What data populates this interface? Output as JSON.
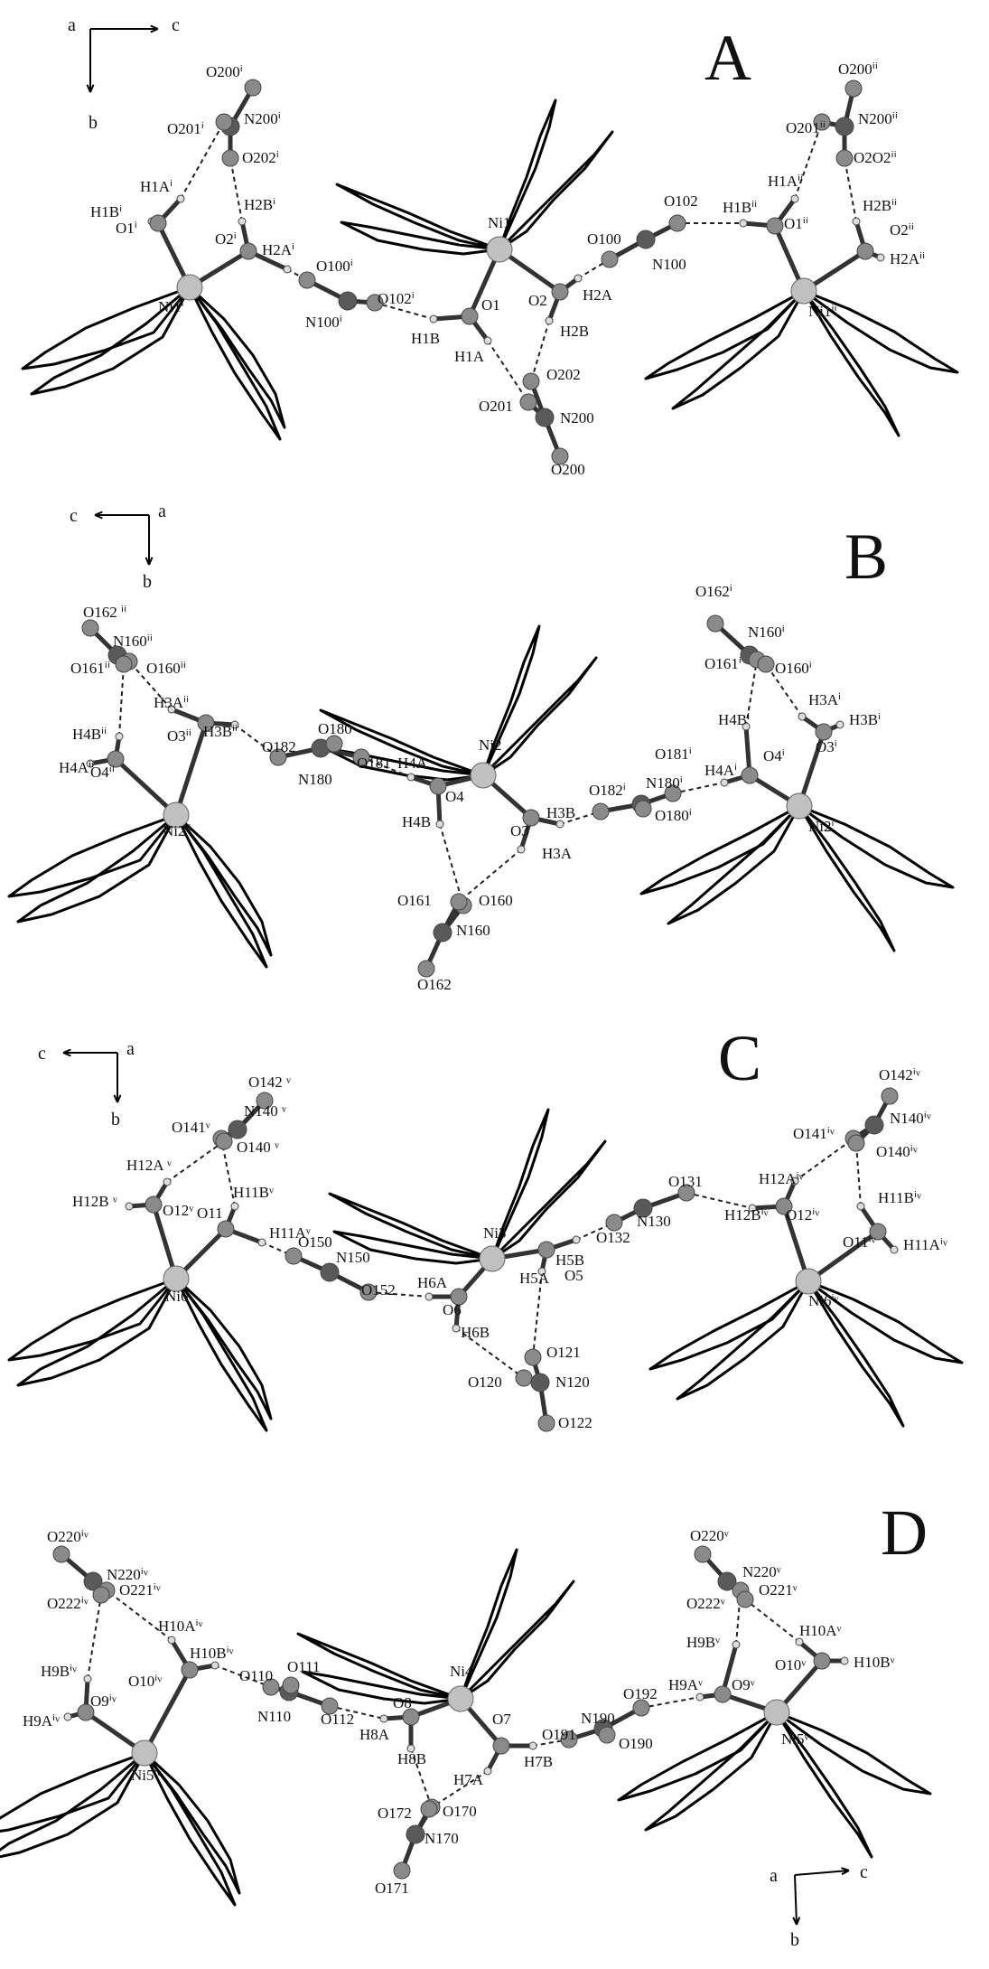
{
  "panels": [
    {
      "letter": "A",
      "axes": [
        "a",
        "c",
        "b"
      ],
      "labels": {
        "ni_left": "Ni1ⁱ",
        "ni_center": "Ni1",
        "ni_right": "Ni1ⁱⁱ",
        "o200i": "O200ⁱ",
        "n200i": "N200ⁱ",
        "o201i": "O201ⁱ",
        "o202i": "O202ⁱ",
        "h1ai": "H1Aⁱ",
        "h1bi": "H1Bⁱ",
        "o1i": "O1ⁱ",
        "h2bi": "H2Bⁱ",
        "o2i": "O2ⁱ",
        "h2ai": "H2Aⁱ",
        "o100i": "O100ⁱ",
        "n100i": "N100ⁱ",
        "o102i": "O102ⁱ",
        "h1b": "H1B",
        "o1": "O1",
        "h1a": "H1A",
        "o2": "O2",
        "h2a": "H2A",
        "h2b": "H2B",
        "o202": "O202",
        "o201": "O201",
        "n200": "N200",
        "o200": "O200",
        "o100": "O100",
        "n100": "N100",
        "o102": "O102",
        "h1bii": "H1Bⁱⁱ",
        "o1ii": "O1ⁱⁱ",
        "h1aii": "H1Aⁱⁱ",
        "o201ii": "O201ⁱⁱ",
        "o200ii": "O200ⁱⁱ",
        "n200ii": "N200ⁱⁱ",
        "o202ii": "O2O2ⁱⁱ",
        "h2bii": "H2Bⁱⁱ",
        "o2ii": "O2ⁱⁱ",
        "h2aii": "H2Aⁱⁱ"
      }
    },
    {
      "letter": "B",
      "axes": [
        "c",
        "a",
        "b"
      ],
      "labels": {
        "ni_left": "Ni2ⁱⁱ",
        "ni_center": "Ni2",
        "ni_right": "Ni2ⁱ",
        "o162ii": "O162 ⁱⁱ",
        "n160ii": "N160ⁱⁱ",
        "o161ii": "O161ⁱⁱ",
        "o160ii": "O160ⁱⁱ",
        "h3aii": "H3Aⁱⁱ",
        "h4bii": "H4Bⁱⁱ",
        "o3ii": "O3ⁱⁱ",
        "h3bii": "H3Bⁱⁱ",
        "h4aii": "H4Aⁱⁱ",
        "o4ii": "O4ⁱⁱ",
        "o182": "O182",
        "o180": "O180",
        "n180": "N180",
        "o181": "O181",
        "h4a": "H4A",
        "o4": "O4",
        "h4b": "H4B",
        "o3": "O3",
        "h3b": "H3B",
        "h3a": "H3A",
        "o161": "O161",
        "o160": "O160",
        "n160": "N160",
        "o162": "O162",
        "o182i": "O182ⁱ",
        "n180i": "N180ⁱ",
        "o180i": "O180ⁱ",
        "o181i": "O181ⁱ",
        "h4ai": "H4Aⁱ",
        "o4i": "O4ⁱ",
        "h4bi": "H4Bⁱ",
        "o162i": "O162ⁱ",
        "n160i": "N160ⁱ",
        "o161i": "O161ⁱ",
        "o160i": "O160ⁱ",
        "h3ai": "H3Aⁱ",
        "h3bi": "H3Bⁱ",
        "o3i": "O3ⁱ"
      }
    },
    {
      "letter": "C",
      "axes": [
        "c",
        "a",
        "b"
      ],
      "labels": {
        "ni_left": "Ni6",
        "ni_center": "Ni3",
        "ni_right": "Ni6ⁱᵛ",
        "o142v": "O142 ᵛ",
        "o141v": "O141ᵛ",
        "n140v": "N140 ᵛ",
        "o140v": "O140 ᵛ",
        "h12av": "H12A ᵛ",
        "h12bv": "H12B ᵛ",
        "o12v": "O12ᵛ",
        "o11": "O11",
        "h11bv": "H11Bᵛ",
        "h11av": "H11Aᵛ",
        "o150": "O150",
        "n150": "N150",
        "o152": "O152",
        "h6a": "H6A",
        "o6": "O6",
        "h6b": "H6B",
        "h5b": "H5B",
        "h5a": "H5A",
        "o5": "O5",
        "o121": "O121",
        "o120": "O120",
        "n120": "N120",
        "o122": "O122",
        "o132": "O132",
        "n130": "N130",
        "o131": "O131",
        "h12aiv": "H12Aⁱᵛ",
        "h12biv": "H12Bⁱᵛ",
        "o12iv": "O12ⁱᵛ",
        "o142iv": "O142ⁱᵛ",
        "o141iv": "O141ⁱᵛ",
        "n140iv": "N140ⁱᵛ",
        "o140iv": "O140ⁱᵛ",
        "h11biv": "H11Bⁱᵛ",
        "o11iv": "O11ⁱᵛ",
        "h11aiv": "H11Aⁱᵛ"
      }
    },
    {
      "letter": "D",
      "axes": [
        "a",
        "c",
        "b"
      ],
      "labels": {
        "ni_left": "Ni5ⁱᵛ",
        "ni_center": "Ni4",
        "ni_right": "Ni5ᵛ",
        "o220iv": "O220ⁱᵛ",
        "n220iv": "N220ⁱᵛ",
        "o222iv": "O222ⁱᵛ",
        "o221iv": "O221ⁱᵛ",
        "h10aiv": "H10Aⁱᵛ",
        "h9biv": "H9Bⁱᵛ",
        "o10iv": "O10ⁱᵛ",
        "h10biv": "H10Bⁱᵛ",
        "h9aiv": "H9Aⁱᵛ",
        "o9iv": "O9ⁱᵛ",
        "o110": "O110",
        "o111": "O111",
        "n110": "N110",
        "o112": "O112",
        "o8": "O8",
        "h8a": "H8A",
        "h8b": "H8B",
        "o7": "O7",
        "h7a": "H7A",
        "h7b": "H7B",
        "o172": "O172",
        "o170": "O170",
        "n170": "N170",
        "o171": "O171",
        "o191": "O191",
        "n190": "N190",
        "o192": "O192",
        "o190": "O190",
        "h9av": "H9Aᵛ",
        "o9v": "O9ᵛ",
        "h9bv": "H9Bᵛ",
        "o220v": "O220ᵛ",
        "n220v": "N220ᵛ",
        "o222v": "O222ᵛ",
        "o221v": "O221ᵛ",
        "h10av": "H10Aᵛ",
        "o10v": "O10ᵛ",
        "h10bv": "H10Bᵛ"
      }
    }
  ],
  "colors": {
    "ni": "#c0c0c0",
    "oxygen": "#8a8a8a",
    "nitrogen": "#5a5a5a",
    "hydrogen": "#dcdcdc",
    "bond": "#333333",
    "ring": "#000000"
  }
}
